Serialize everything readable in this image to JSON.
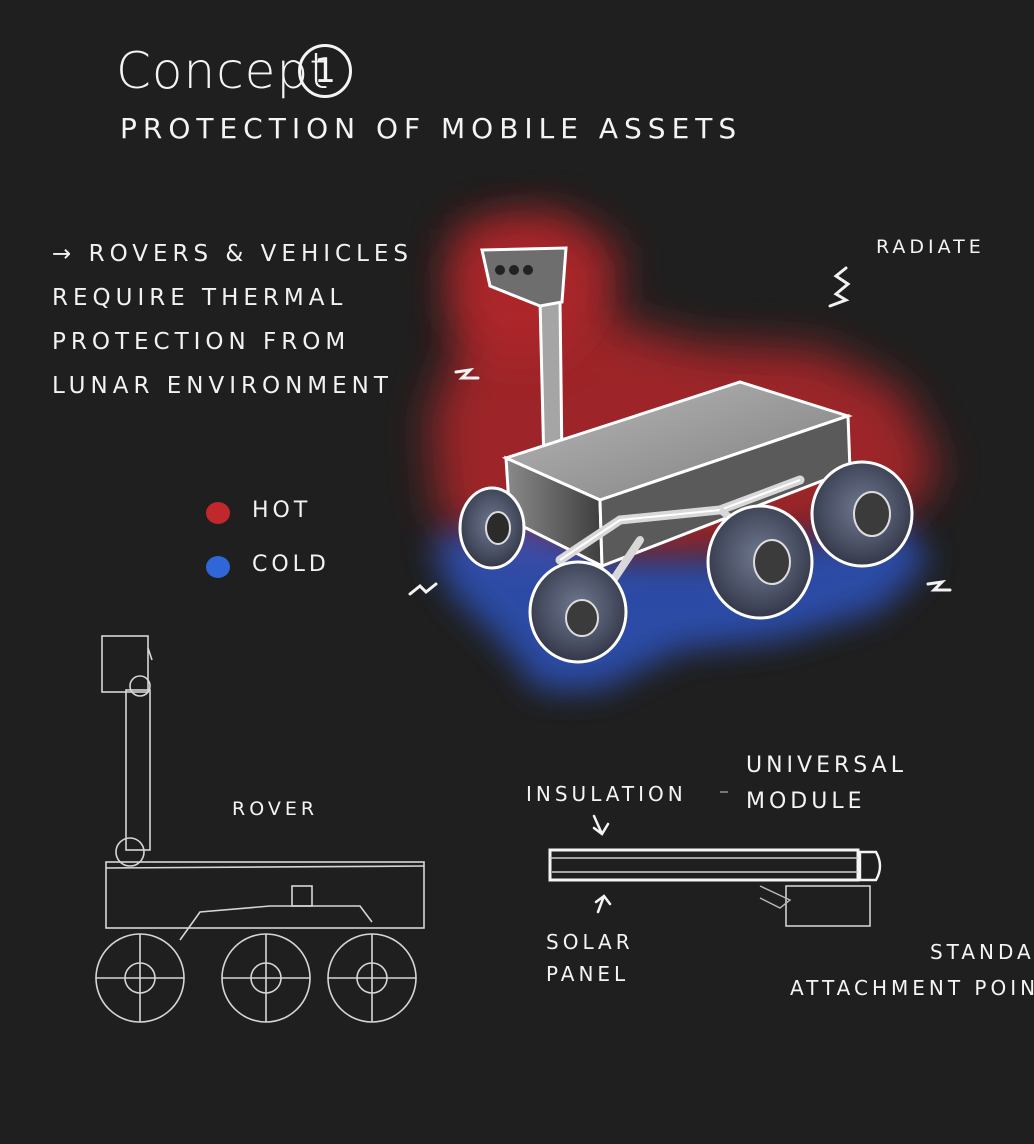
{
  "title": {
    "word": "Concept",
    "number": "1"
  },
  "subtitle": "PROTECTION OF MOBILE ASSETS",
  "note": {
    "arrow": "→",
    "lines": [
      "ROVERS & VEHICLES",
      "REQUIRE THERMAL",
      "PROTECTION FROM",
      "LUNAR ENVIRONMENT"
    ]
  },
  "legend": [
    {
      "label": "HOT",
      "color": "#c0282b"
    },
    {
      "label": "COLD",
      "color": "#2f67d8"
    }
  ],
  "labels": {
    "radiate": "RADIATE",
    "rover": "ROVER",
    "insulation": "INSULATION",
    "universal_module": [
      "UNIVERSAL",
      "MODULE"
    ],
    "solar_panel": [
      "SOLAR",
      "PANEL"
    ],
    "standard_attachment_points": [
      "STANDARD",
      "ATTACHMENT POINTS"
    ]
  },
  "colors": {
    "background": "#1f1f1f",
    "ink": "#f4f4f4",
    "heat": "#b3262a",
    "cold": "#2f56c8"
  }
}
